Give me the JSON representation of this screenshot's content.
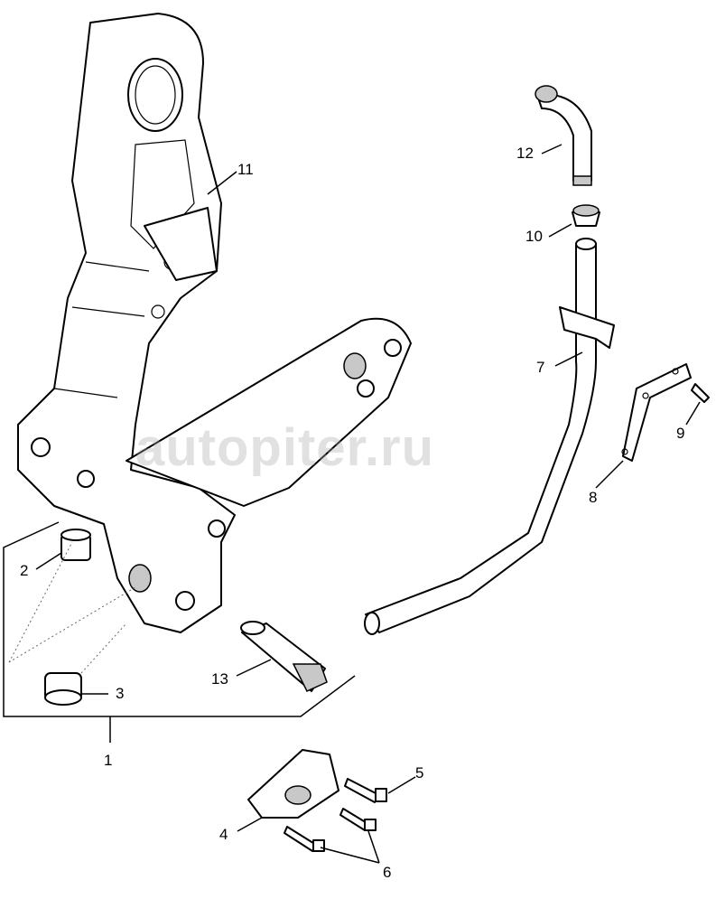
{
  "watermark": "autopiter.ru",
  "callouts": {
    "c1": "1",
    "c2": "2",
    "c3": "3",
    "c4": "4",
    "c5": "5",
    "c6": "6",
    "c7": "7",
    "c8": "8",
    "c9": "9",
    "c10": "10",
    "c11": "11",
    "c12": "12",
    "c13": "13"
  }
}
